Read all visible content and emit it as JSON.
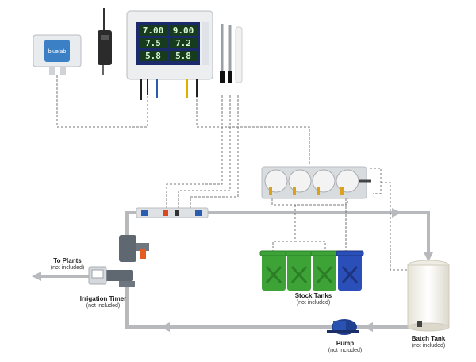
{
  "brand": {
    "logo_text": "bluelab"
  },
  "controller": {
    "readouts": [
      {
        "left": "7.00",
        "right": "9.00"
      },
      {
        "left": "7.5",
        "right": "7.2"
      },
      {
        "left": "5.8",
        "right": "5.8"
      }
    ]
  },
  "labels": {
    "to_plants": {
      "title": "To Plants",
      "note": "(not included)"
    },
    "irrigation_timer": {
      "title": "Irrigation Timer",
      "note": "(not included)"
    },
    "stock_tanks": {
      "title": "Stock Tanks",
      "note": "(not included)"
    },
    "batch_tank": {
      "title": "Batch Tank",
      "note": "(not included)"
    },
    "pump": {
      "title": "Pump",
      "note": "(not included)"
    }
  },
  "colors": {
    "pipe": "#b7b9bc",
    "dashed": "#777777",
    "stock_tank_green": "#3da337",
    "stock_tank_blue": "#2b4fb8",
    "controller_screen": "#1a2a6b",
    "logo_box": "#3b7fc4"
  }
}
